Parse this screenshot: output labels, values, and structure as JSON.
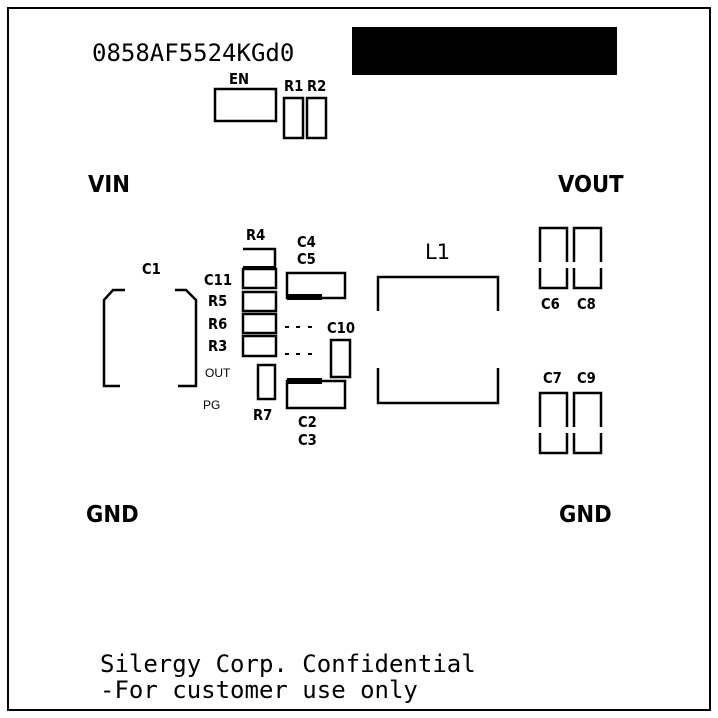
{
  "board": {
    "part_number": "0858AF5524KGd0",
    "confidential_line1": "Silergy Corp. Confidential",
    "confidential_line2": "-For customer use only"
  },
  "pads": {
    "vin": "VIN",
    "vout": "VOUT",
    "gnd_left": "GND",
    "gnd_right": "GND"
  },
  "refdes": {
    "en": "EN",
    "r1": "R1",
    "r2": "R2",
    "r4": "R4",
    "c1": "C1",
    "c11": "C11",
    "r5": "R5",
    "r6": "R6",
    "r3": "R3",
    "out": "OUT",
    "pg": "PG",
    "r7": "R7",
    "c4": "C4",
    "c5": "C5",
    "c10": "C10",
    "c2": "C2",
    "c3": "C3",
    "l1": "L1",
    "c6": "C6",
    "c8": "C8",
    "c7": "C7",
    "c9": "C9"
  }
}
